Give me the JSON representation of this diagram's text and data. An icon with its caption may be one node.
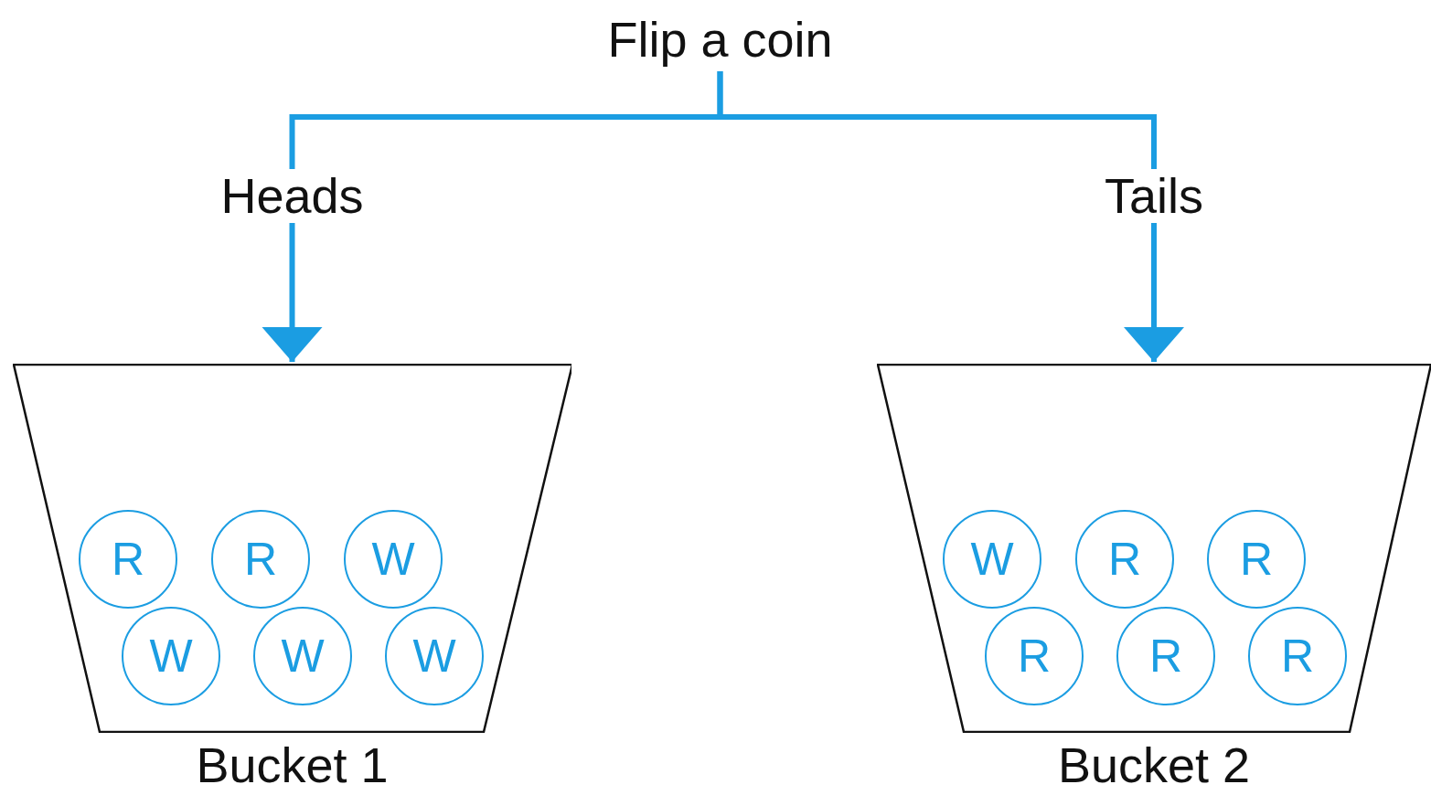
{
  "diagram": {
    "nodes": [
      {
        "text": [
          "Flip a coin"
        ]
      },
      {
        "text": [
          "Bucket 1"
        ]
      },
      {
        "text": [
          "R"
        ],
        "in": 1
      },
      {
        "text": [
          "R"
        ],
        "in": 1
      },
      {
        "text": [
          "W"
        ],
        "in": 1
      },
      {
        "text": [
          "W"
        ],
        "in": 1
      },
      {
        "text": [
          "W"
        ],
        "in": 1
      },
      {
        "text": [
          "W"
        ],
        "in": 1
      },
      {
        "text": [
          "Bucket 2"
        ]
      },
      {
        "text": [
          "W"
        ],
        "in": 8
      },
      {
        "text": [
          "R"
        ],
        "in": 8
      },
      {
        "text": [
          "R"
        ],
        "in": 8
      },
      {
        "text": [
          "R"
        ],
        "in": 8
      },
      {
        "text": [
          "R"
        ],
        "in": 8
      },
      {
        "text": [
          "R"
        ],
        "in": 8
      }
    ],
    "edges": [
      {
        "from": 0,
        "to": 1,
        "arrow": "to",
        "label": "Heads"
      },
      {
        "from": 0,
        "to": 8,
        "arrow": "to",
        "label": "Tails"
      }
    ]
  }
}
